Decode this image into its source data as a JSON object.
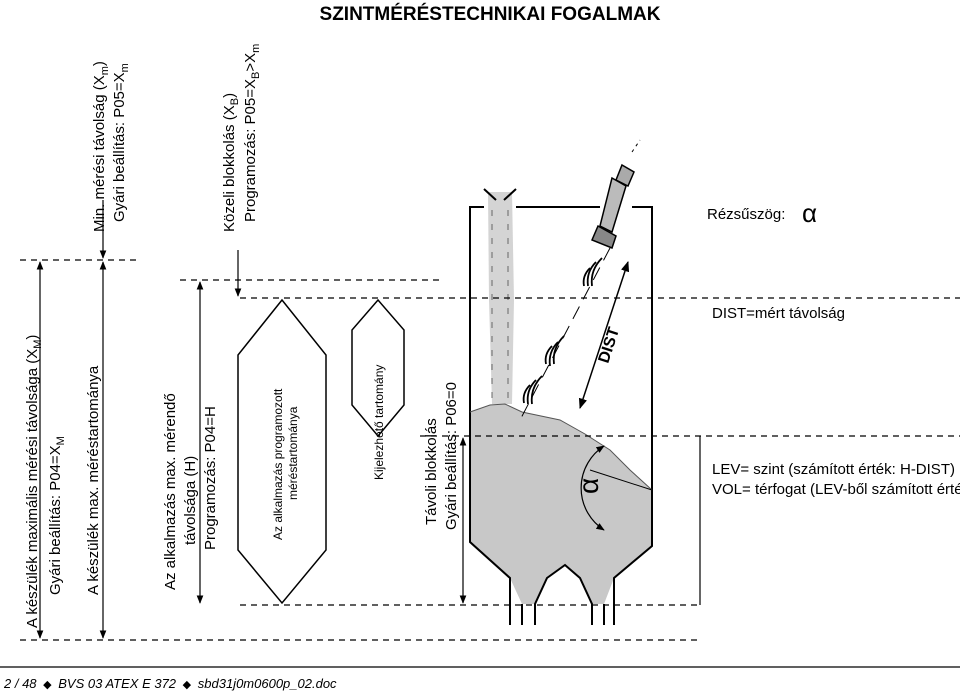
{
  "title": "SZINTMÉRÉSTECHNIKAI FOGALMAK",
  "labels": {
    "xm_line1": "A készülék maximális mérési távolsága (X",
    "xm_sub": "M",
    "xm_line1_end": ")",
    "xm_line2_pre": "Gyári beállítás: P04=X",
    "xm_line2_sub": "M",
    "max_range": "A készülék max. méréstartománya",
    "h_line1": "Az alkalmazás max. mérendő",
    "h_line2": "távolsága (H)",
    "h_line3": "Programozás: P04=H",
    "prog_range_1": "Az alkalmazás programozott",
    "prog_range_2": "méréstartománya",
    "display_range": "Kijelezhető tartomány",
    "far_block_1": "Távoli blokkolás",
    "far_block_2": "Gyári beállítás: P06=0",
    "xm_min_1_pre": "Min. mérési távolság (X",
    "xm_min_1_sub": "m",
    "xm_min_1_end": ")",
    "xm_min_2_pre": "Gyári beállítás: P05=X",
    "xm_min_2_sub": "m",
    "xb_1_pre": "Közeli blokkolás (X",
    "xb_1_sub": "B",
    "xb_1_end": ")",
    "xb_2_pre": "Programozás: P05=X",
    "xb_2_sub": "B",
    "xb_2_mid": ">X",
    "xb_2_sub2": "m",
    "angle_label": "Rézsűszög:",
    "alpha": "α",
    "dist_label": "DIST=mért távolság",
    "dist_arrow": "DIST",
    "lev_label": "LEV= szint (számított érték: H-DIST)",
    "vol_label": "VOL= térfogat (LEV-ből számított érték)"
  },
  "footer": {
    "page": "2 / 48",
    "doc1": "BVS 03 ATEX E 372",
    "doc2": "sbd31j0m0600p_02.doc"
  },
  "colors": {
    "fill_gray": "#c8c8c8",
    "line": "#000000"
  }
}
